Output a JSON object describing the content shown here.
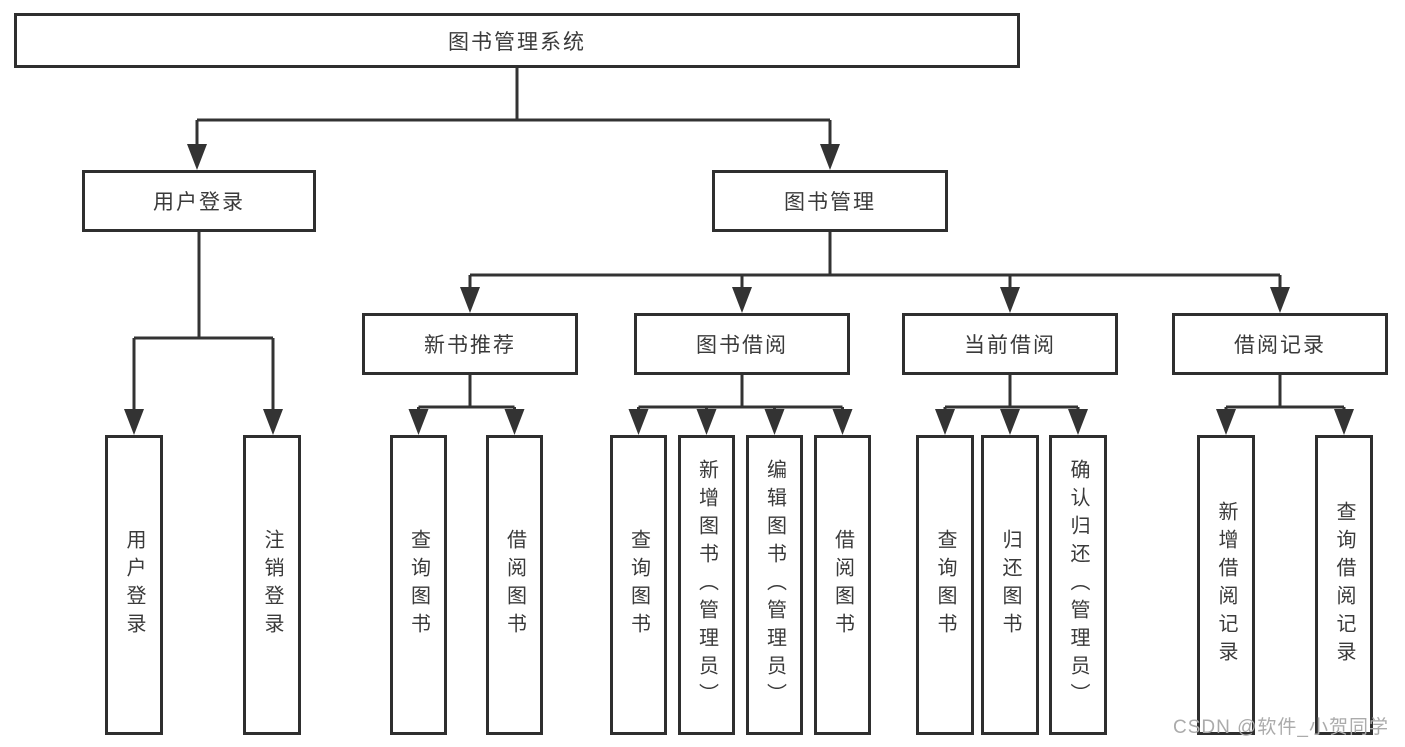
{
  "nodes": {
    "root": "图书管理系统",
    "level2": {
      "user_login": "用户登录",
      "book_management": "图书管理"
    },
    "level3": {
      "new_book_recommend": "新书推荐",
      "book_borrow": "图书借阅",
      "current_borrow": "当前借阅",
      "borrow_record": "借阅记录"
    },
    "leaves": {
      "user_login": "用户登录",
      "logout": "注销登录",
      "nb_query_books": "查询图书",
      "nb_borrow_books": "借阅图书",
      "bb_query_books": "查询图书",
      "bb_add_books_admin": "新增图书（管理员）",
      "bb_edit_books_admin": "编辑图书（管理员）",
      "bb_borrow_books": "借阅图书",
      "cb_query_books": "查询图书",
      "cb_return_books": "归还图书",
      "cb_confirm_return_admin": "确认归还（管理员）",
      "br_add_record": "新增借阅记录",
      "br_query_record": "查询借阅记录"
    }
  },
  "watermark": "CSDN @软件_小贺同学",
  "colors": {
    "line": "#333333",
    "text": "#3a3a3a",
    "box_background": "#ffffff",
    "watermark": "#ababab",
    "background": "#ffffff"
  }
}
